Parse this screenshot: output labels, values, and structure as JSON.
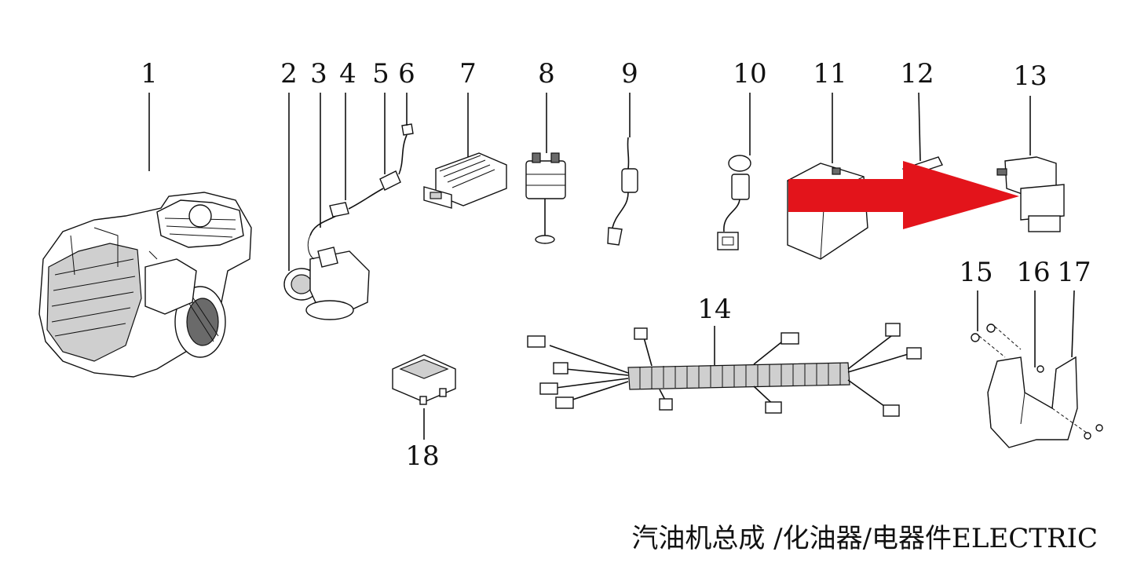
{
  "callouts": [
    "1",
    "2",
    "3",
    "4",
    "5",
    "6",
    "7",
    "8",
    "9",
    "10",
    "11",
    "12",
    "13",
    "14",
    "15",
    "16",
    "17",
    "18"
  ],
  "caption": "汽油机总成 /化油器/电器件ELECTRIC",
  "colors": {
    "arrow": "#e3141b",
    "ink": "#111111",
    "background": "#ffffff"
  }
}
